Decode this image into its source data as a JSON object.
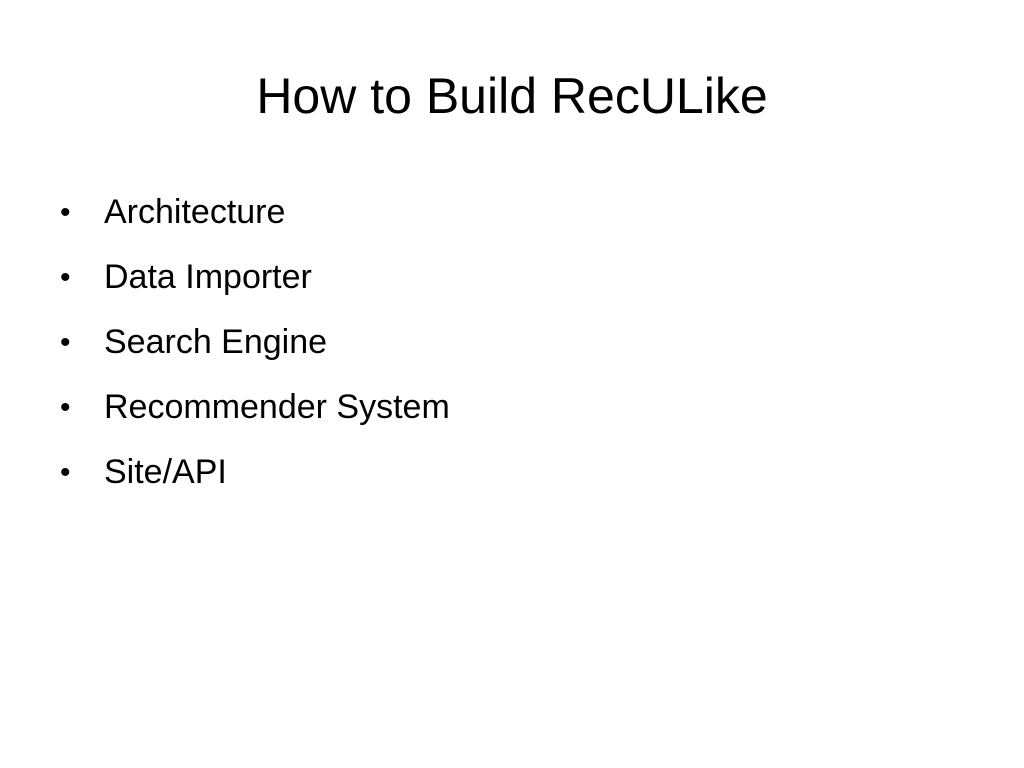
{
  "slide": {
    "title": "How to Build RecULike",
    "bullets": [
      "Architecture",
      "Data Importer",
      "Search Engine",
      "Recommender System",
      "Site/API"
    ],
    "bullet_glyph": "•"
  },
  "colors": {
    "background": "#ffffff",
    "text": "#000000"
  }
}
